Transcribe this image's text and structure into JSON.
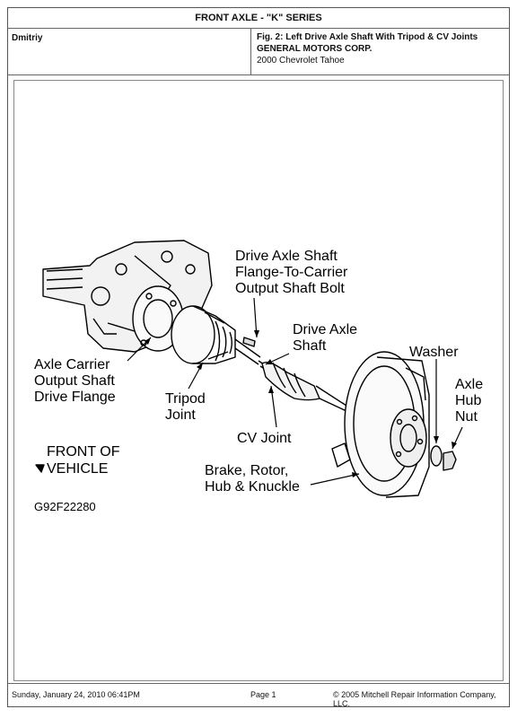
{
  "header": {
    "title": "FRONT AXLE - \"K\" SERIES",
    "user": "Dmitriy",
    "fig_title": "Fig. 2: Left Drive Axle Shaft With Tripod & CV Joints",
    "manufacturer": "GENERAL MOTORS CORP.",
    "vehicle": "2000 Chevrolet Tahoe"
  },
  "labels": {
    "bolt": "Drive Axle Shaft\nFlange-To-Carrier\nOutput Shaft Bolt",
    "shaft": "Drive Axle\nShaft",
    "washer": "Washer",
    "hub_nut": "Axle\nHub\nNut",
    "carrier_flange": "Axle Carrier\nOutput Shaft\nDrive Flange",
    "tripod": "Tripod\nJoint",
    "cv": "CV Joint",
    "brake": "Brake, Rotor,\nHub & Knuckle",
    "front_of": "FRONT OF",
    "vehicle": "VEHICLE",
    "fig_code": "G92F22280"
  },
  "footer": {
    "date": "Sunday, January 24, 2010  06:41PM",
    "page": "Page 1",
    "copyright": "© 2005 Mitchell Repair Information Company, LLC."
  }
}
